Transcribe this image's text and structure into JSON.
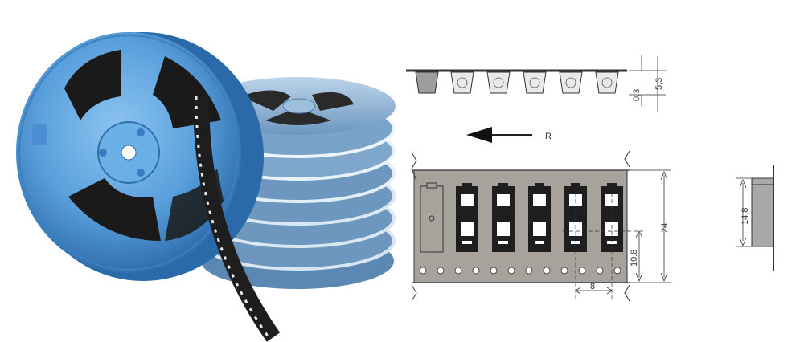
{
  "photo": {
    "subject": "stack-of-blue-tape-reels"
  },
  "drawing": {
    "direction_label": "R",
    "dimensions": {
      "top_gap": "0,3",
      "top_height": "5,3",
      "tape_width": "24",
      "sprocket_offset": "10.8",
      "pitch": "8",
      "side_height": "14,8"
    }
  },
  "colors": {
    "reel_blue": "#5aa0dc",
    "reel_dark": "#2b6aa8",
    "tape_black": "#1e1e1e",
    "tape_gray": "#a7a29c",
    "drawing_line": "#333333"
  }
}
